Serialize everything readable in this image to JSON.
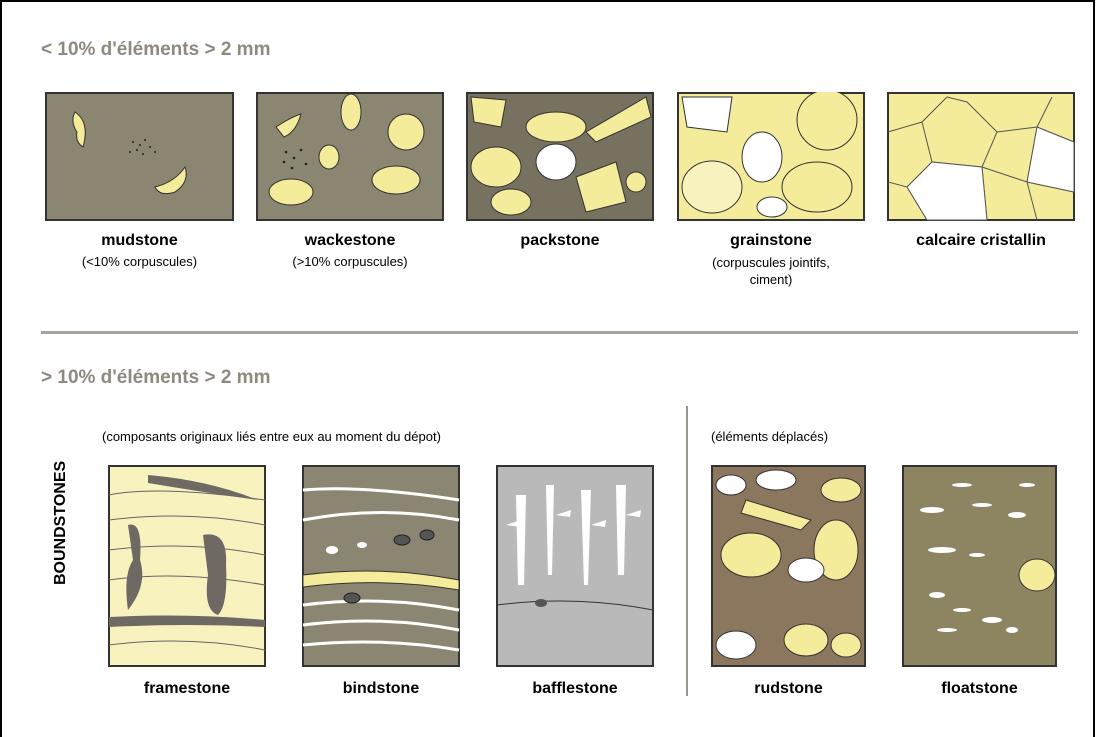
{
  "sections": {
    "top_title": "< 10% d'éléments > 2 mm",
    "bottom_title": "> 10% d'éléments > 2 mm"
  },
  "top_row": [
    {
      "name": "mudstone",
      "sub": "(<10% corpuscules)"
    },
    {
      "name": "wackestone",
      "sub": "(>10% corpuscules)"
    },
    {
      "name": "packstone",
      "sub": ""
    },
    {
      "name": "grainstone",
      "sub": "(corpuscules jointifs, ciment)"
    },
    {
      "name": "calcaire cristallin",
      "sub": ""
    }
  ],
  "bottom": {
    "boundstones_label": "BOUNDSTONES",
    "group_left": "(composants originaux liés entre eux au moment du dépot)",
    "group_right": "(éléments déplacés)",
    "items": [
      {
        "name": "framestone"
      },
      {
        "name": "bindstone"
      },
      {
        "name": "bafflestone"
      },
      {
        "name": "rudstone"
      },
      {
        "name": "floatstone"
      }
    ]
  },
  "colors": {
    "matrix_gray": "#8a8672",
    "grain_yellow": "#f4ec9a",
    "pale_yellow": "#f8f2bf",
    "light_gray": "#b9b9b9",
    "brown": "#8b765e",
    "olive": "#8d8562",
    "rule": "#a9a49a"
  }
}
